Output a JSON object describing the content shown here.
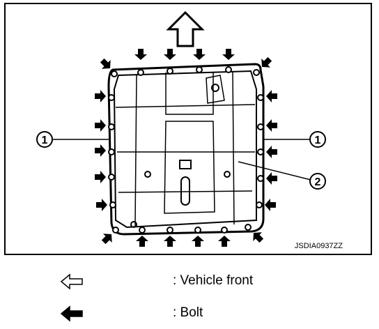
{
  "diagram": {
    "figure_code": "JSDIA0937ZZ",
    "callouts": [
      "1",
      "1",
      "2"
    ]
  },
  "legend": [
    {
      "icon": "outline-arrow-left-icon",
      "label": ": Vehicle front"
    },
    {
      "icon": "solid-arrow-left-icon",
      "label": ": Bolt"
    }
  ]
}
